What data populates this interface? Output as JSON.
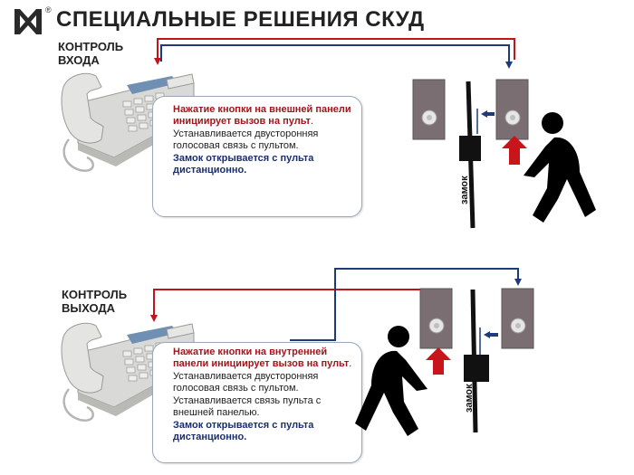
{
  "header": {
    "title": "СПЕЦИАЛЬНЫЕ РЕШЕНИЯ СКУД",
    "registered_mark": "®"
  },
  "entry": {
    "label_line1": "КОНТРОЛЬ",
    "label_line2": "ВХОДА",
    "callout": {
      "highlight": "Нажатие кнопки на внешней панели инициирует вызов на пульт",
      "text1": "Устанавливается двусторонняя голосовая связь с пультом.",
      "action": "Замок открывается с пульта дистанционно."
    },
    "lock_label": "замок"
  },
  "exit": {
    "label_line1": "КОНТРОЛЬ",
    "label_line2": "ВЫХОДА",
    "callout": {
      "highlight": "Нажатие кнопки на внутренней панели инициирует вызов на пульт",
      "text1": "Устанавливается двусторонняя голосовая связь с пультом.",
      "text2": "Устанавливается связь пульта с внешней панелью.",
      "action": "Замок открывается с пульта дистанционно."
    },
    "lock_label": "замок"
  },
  "colors": {
    "red_wire": "#c0151b",
    "blue_wire": "#1f3a7a",
    "panel": "#7b6e73",
    "arrow_red": "#c8141b",
    "arrow_navy": "#1f3a7a"
  }
}
